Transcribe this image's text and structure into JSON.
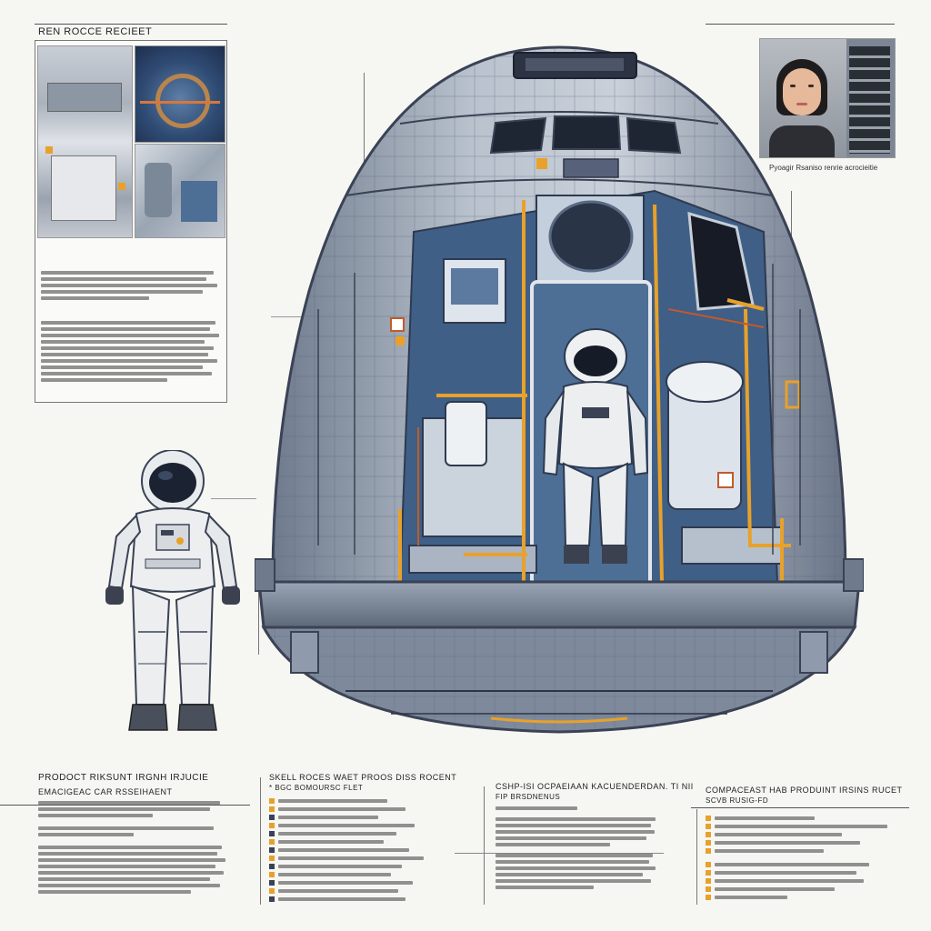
{
  "left_panel": {
    "title": "REN ROCCE RECIEET"
  },
  "portrait": {
    "caption": "Pyoagir Rsaniso renrie acrocieitie"
  },
  "footer": {
    "col1_title": "PRODOCT RIKSUNT IRGNH IRJUCIE",
    "col1_subtitle": "EMACIGEAC CAR RSSEIHAENT",
    "col2_title": "SKELL ROCES WAET PROOS DISS ROCENT",
    "col2_subtitle": "* BGC BOMOURSC FLET",
    "col3_title": "CSHP-ISI Ocpaeiaan kacuenderdan. TI NII",
    "col3_subtitle": "Fip Brsdnenus",
    "col4_title": "COMPACEAST HAB PRODUINT IRSINS RUCET",
    "col4_subtitle": "SCVB RUSIG-FD"
  },
  "colors": {
    "accent": "#e8a12a",
    "hull": "#8e9aab",
    "interior": "#4d6f96",
    "outline": "#3a4254"
  },
  "icons": [
    "astronaut-figure",
    "capsule-cutaway",
    "portrait-photo"
  ]
}
